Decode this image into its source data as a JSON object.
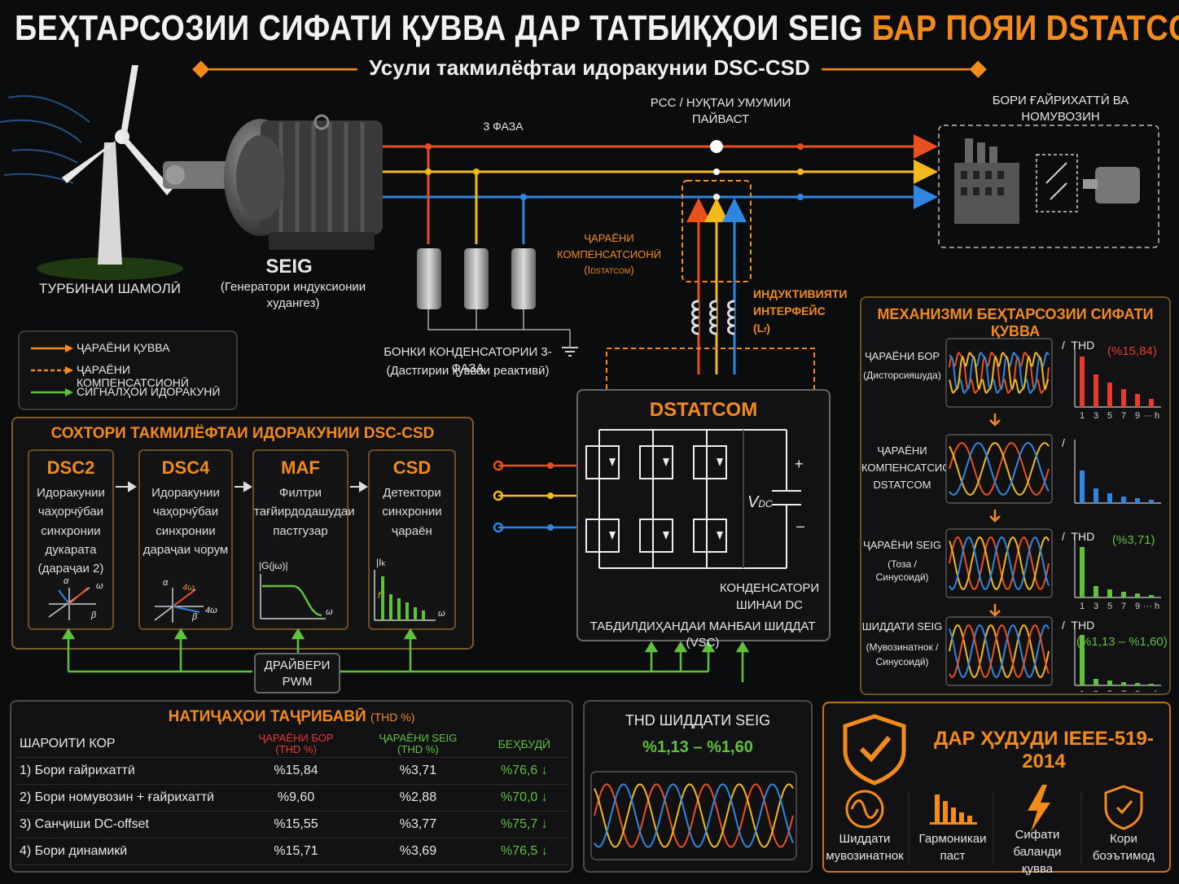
{
  "header": {
    "title_white": "БЕҲТАРСОЗИИ СИФАТИ ҚУВВА ДАР ТАТБИҚҲОИ SEIG",
    "title_orange": "БАР ПОЯИ DSTATCOM",
    "subtitle": "Усули такмилёфтаи идоракунии DSC-CSD"
  },
  "diagram": {
    "turbine_label": "ТУРБИНАИ ШАМОЛӢ",
    "seig_label": "SEIG",
    "seig_desc": "(Генератори индуксионии худангез)",
    "three_phase": "3 ФАЗА",
    "pcc_label": "PCC / НУҚТАИ УМУМИИ ПАЙВАСТ",
    "load_label": "БОРИ ҒАЙРИХАТТӢ ВА НОМУВОЗИН",
    "capbank_label": "БОНКИ КОНДЕНСАТОРИИ 3-ФАЗА",
    "capbank_desc": "(Дастгирии қувваи реактивӣ)",
    "comp_current_label": "ҶАРАЁНИ КОМПЕНСАТСИОНӢ",
    "comp_current_symbol": "(I",
    "comp_current_sub": "DSTATCOM",
    "comp_current_close": ")",
    "inductance_label": "ИНДУКТИВИЯТИ ИНТЕРФЕЙС (L",
    "inductance_sub": "f",
    "inductance_close": ")",
    "dstatcom_title": "DSTATCOM",
    "vdc_label": "V",
    "vdc_sub": "DC",
    "plus": "+",
    "minus": "–",
    "dc_cap_label": "КОНДЕНСАТОРИ ШИНАИ DC",
    "vsc_label": "ТАБДИЛДИҲАНДАИ МАНБАИ ШИДДАТ (VSC)",
    "pwm_label": "ДРАЙВЕРИ PWM"
  },
  "legend": {
    "items": [
      {
        "label": "ҶАРАЁНИ ҚУВВА",
        "color": "#f28a1c"
      },
      {
        "label": "ҶАРАЁНИ КОМПЕНСАТСИОНӢ",
        "color": "#f28a1c"
      },
      {
        "label": "СИГНАЛҲОИ ИДОРАКУНӢ",
        "color": "#5fc23a"
      }
    ]
  },
  "control": {
    "title": "СОХТОРИ ТАКМИЛЁФТАИ ИДОРАКУНИИ DSC-CSD",
    "blocks": [
      {
        "name": "DSC2",
        "desc": "Идоракунии чаҳорчӯбаи синхронии дукарата (дараҷаи 2)"
      },
      {
        "name": "DSC4",
        "desc": "Идоракунии чаҳорчӯбаи синхронии дараҷаи чорум"
      },
      {
        "name": "MAF",
        "desc": "Филтри тағйирдодашудаи пастгузар"
      },
      {
        "name": "CSD",
        "desc": "Детектори синхронии ҷараён"
      }
    ],
    "dsc2_axes": {
      "a": "α",
      "w": "ω",
      "b": "β"
    },
    "dsc4_axes": {
      "a": "α",
      "w": "4ω",
      "b": "β",
      "w2": "4ω"
    },
    "maf_axes": {
      "g": "|G(jω)|",
      "w": "ω"
    },
    "csd_axes": {
      "i": "|I",
      "k": "k",
      "f": "f",
      "w": "ω"
    }
  },
  "mechanism": {
    "title": "МЕХАНИЗМИ БЕҲТАРСОЗИИ СИФАТИ ҚУВВА",
    "rows": [
      {
        "label": "ҶАРАЁНИ БОР",
        "sub": "(Дисторсияшуда)",
        "thd_label": "THD",
        "thd": "(%15,84)",
        "thd_color": "#e63a2a"
      },
      {
        "label": "ҶАРАЁНИ КОМПЕНСАТСИОНИИ DSTATCOM",
        "sub": "",
        "thd_label": "",
        "thd": "",
        "thd_color": "#e63a2a"
      },
      {
        "label": "ҶАРАЁНИ SEIG",
        "sub": "(Тоза / Синусоидӣ)",
        "thd_label": "THD",
        "thd": "(%3,71)",
        "thd_color": "#5fc23a"
      },
      {
        "label": "ШИДДАТИ SEIG",
        "sub": "(Мувозинатнок / Синусоидӣ)",
        "thd_label": "THD",
        "thd": "(%1,13 – %1,60)",
        "thd_color": "#5fc23a"
      }
    ],
    "harmonic_ticks": [
      "1",
      "3",
      "5",
      "7",
      "9",
      "··· h"
    ]
  },
  "results": {
    "title": "НАТИҶАҲОИ ТАҶРИБАВӢ",
    "title_unit": "(THD %)",
    "headers": {
      "cond": "ШАРОИТИ КОР",
      "load": "ҶАРАЁНИ БОР",
      "load_unit": "(THD %)",
      "seig": "ҶАРАЁНИ SEIG",
      "seig_unit": "(THD %)",
      "imp": "БЕҲБУДӢ"
    },
    "rows": [
      {
        "cond": "1)  Бори ғайрихаттӣ",
        "load": "%15,84",
        "seig": "%3,71",
        "imp": "%76,6 ↓"
      },
      {
        "cond": "2)  Бори номувозин + ғайрихаттӣ",
        "load": "%9,60",
        "seig": "%2,88",
        "imp": "%70,0 ↓"
      },
      {
        "cond": "3)  Санҷиши DC-offset",
        "load": "%15,55",
        "seig": "%3,77",
        "imp": "%75,7 ↓"
      },
      {
        "cond": "4)  Бори динамикӣ",
        "load": "%15,71",
        "seig": "%3,69",
        "imp": "%76,5 ↓"
      }
    ]
  },
  "thd_voltage": {
    "title": "THD ШИДДАТИ SEIG",
    "value": "%1,13 – %1,60"
  },
  "ieee": {
    "title": "ДАР ҲУДУДИ IEEE-519-2014",
    "items": [
      {
        "icon": "sine-icon",
        "label": "Шиддати мувозинатнок"
      },
      {
        "icon": "bar-chart-icon",
        "label": "Гармоникаи паст"
      },
      {
        "icon": "lightning-icon",
        "label": "Сифати баланди қувва"
      },
      {
        "icon": "shield-check-icon",
        "label": "Кори боэътимод"
      }
    ]
  },
  "colors": {
    "orange": "#f28a1c",
    "phase_a": "#e8501f",
    "phase_b": "#f2b81c",
    "phase_c": "#2f86e0",
    "green": "#5fc23a",
    "red": "#e63a2a"
  }
}
